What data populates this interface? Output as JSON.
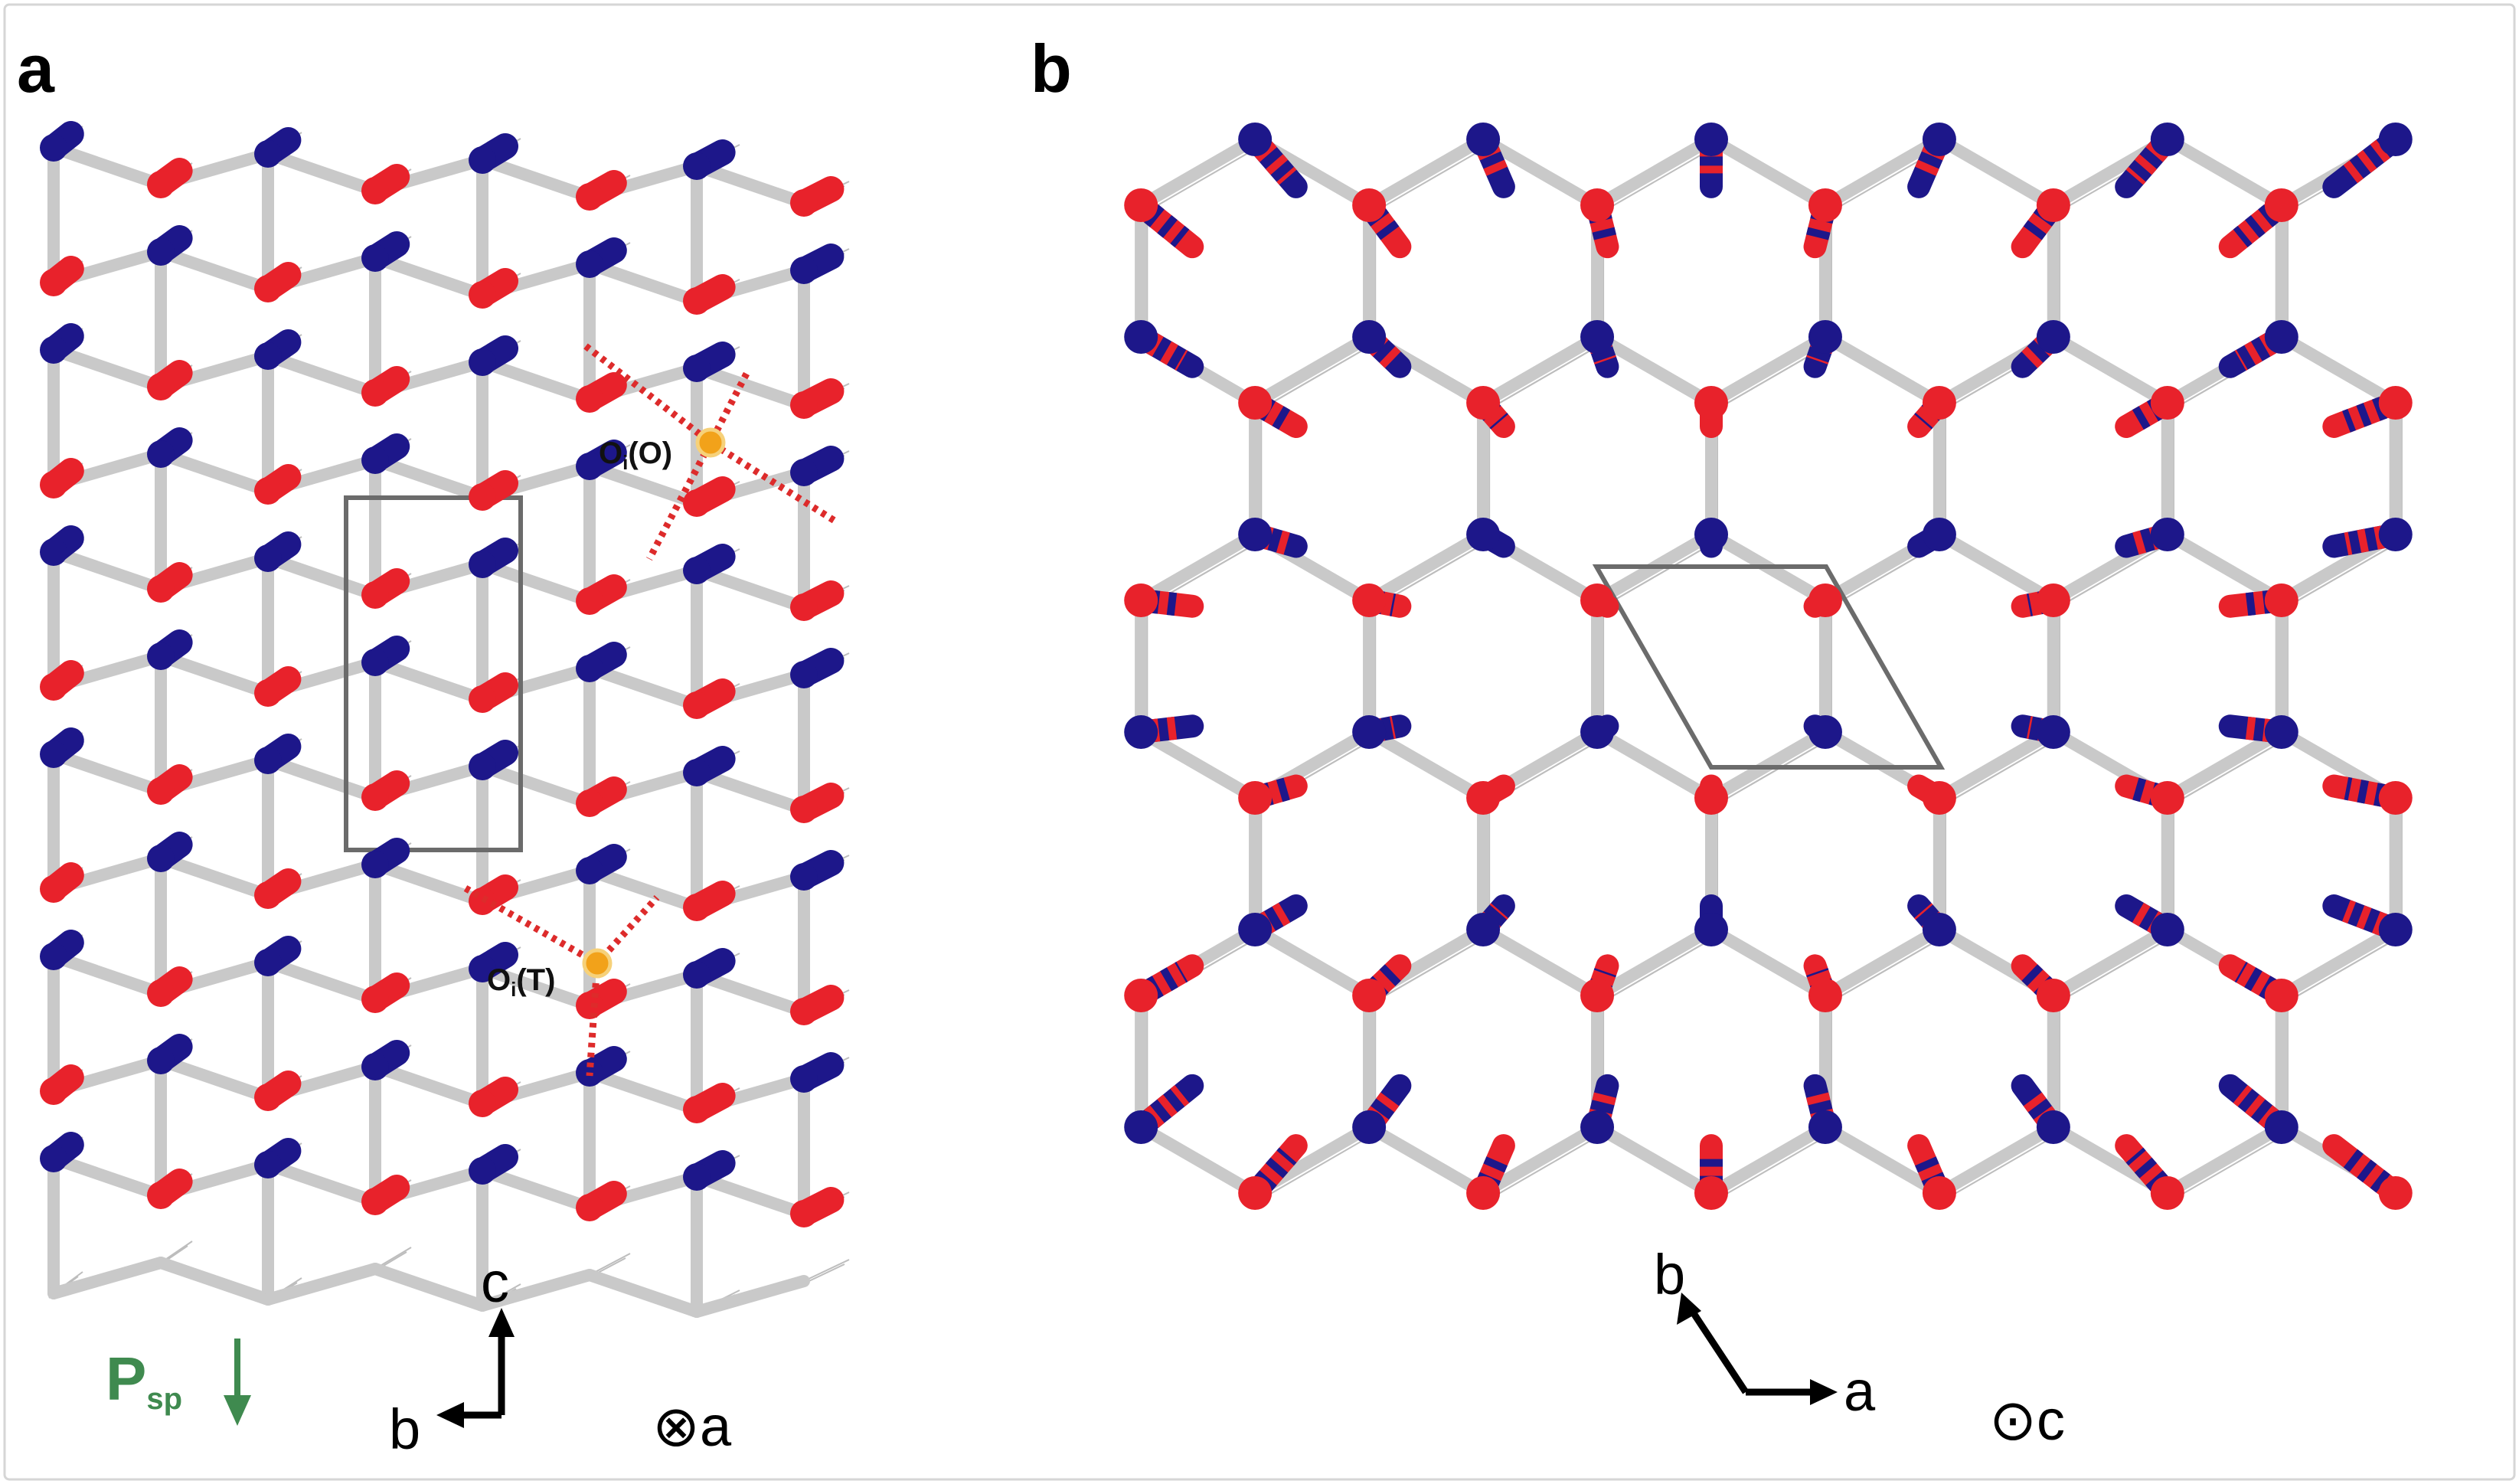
{
  "panels": {
    "a": {
      "label": "a",
      "site_labels": [
        {
          "main": "O",
          "sub": "i",
          "tail": "(O)"
        },
        {
          "main": "O",
          "sub": "i",
          "tail": "(T)"
        }
      ],
      "polarization": {
        "main": "P",
        "sub": "sp"
      },
      "axis_up": "c",
      "axis_left": "b",
      "view_axis": "⊗a"
    },
    "b": {
      "label": "b",
      "axis_up": "b",
      "axis_right": "a",
      "view_axis": "⊙c"
    }
  },
  "colors": {
    "atom_red": "#e8222b",
    "atom_blue": "#1d178a",
    "bond_gray": "#c9c9c9",
    "interstitial_site": "#f2a21a",
    "polarization_green": "#3f8a4f"
  }
}
